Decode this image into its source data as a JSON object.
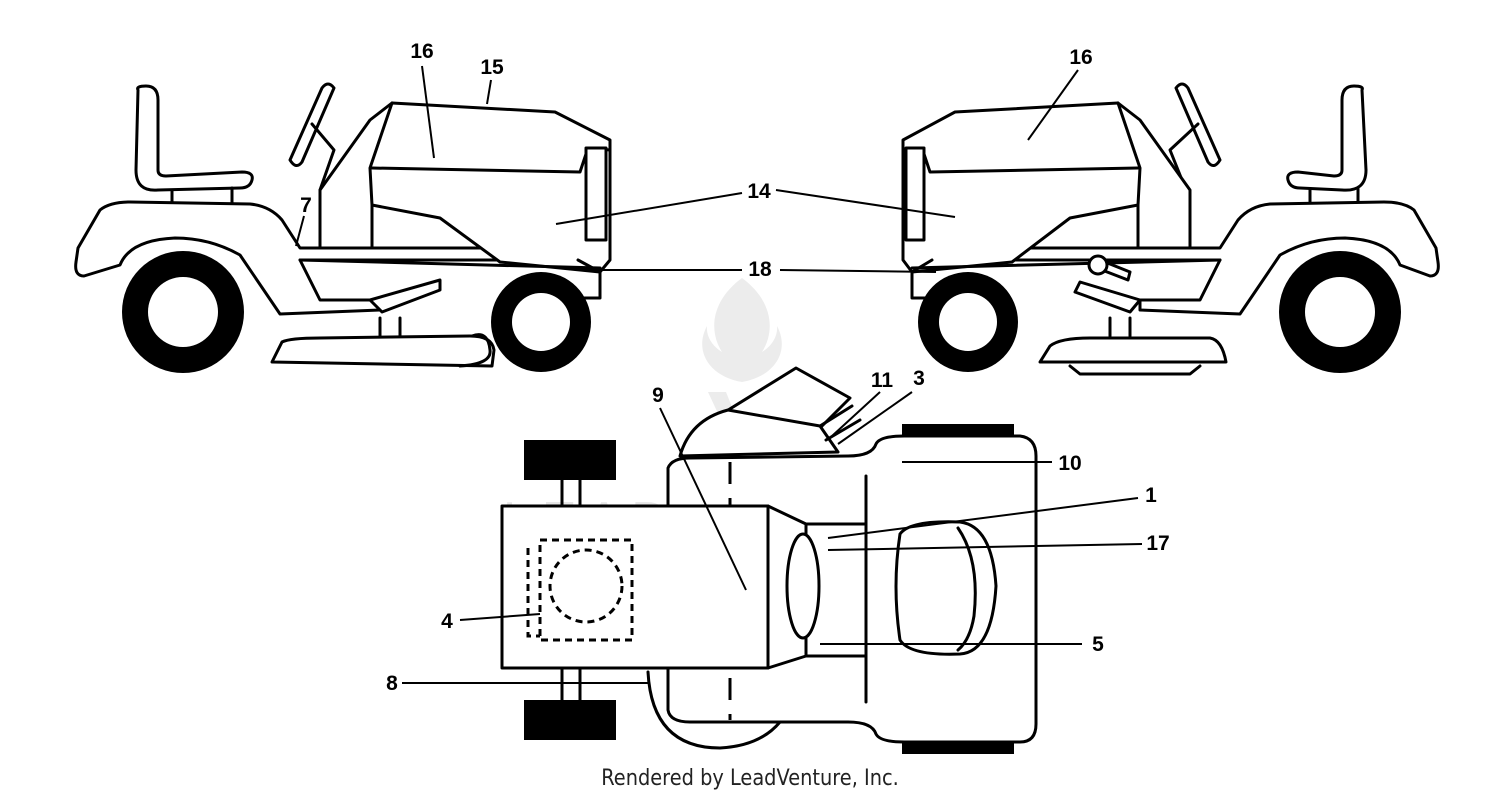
{
  "watermark": {
    "text": "LEADVENTURE"
  },
  "credit": "Rendered by LeadVenture, Inc.",
  "callouts": {
    "c1": "1",
    "c3": "3",
    "c4": "4",
    "c5": "5",
    "c7": "7",
    "c8": "8",
    "c9": "9",
    "c10": "10",
    "c11": "11",
    "c14": "14",
    "c15": "15",
    "c16_left": "16",
    "c16_right": "16",
    "c17": "17",
    "c18": "18"
  }
}
